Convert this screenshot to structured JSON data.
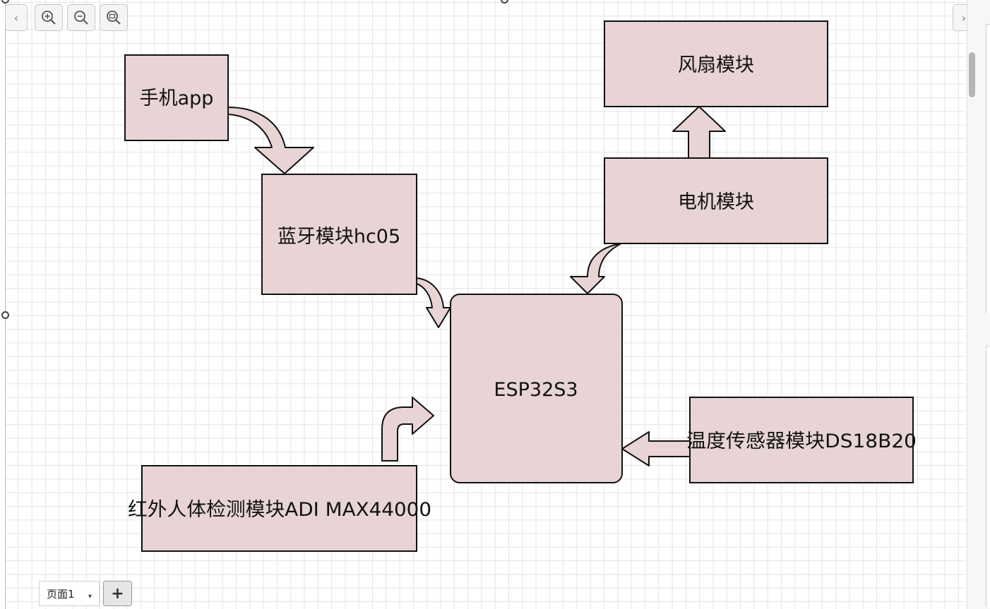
{
  "toolbar": {
    "icons": [
      "chevron-left-icon",
      "zoom-in-icon",
      "zoom-out-icon",
      "zoom-fit-icon",
      "chevron-right-icon"
    ]
  },
  "diagram": {
    "nodes": [
      {
        "id": "phone_app",
        "label": "手机app",
        "shape": "rect"
      },
      {
        "id": "bluetooth",
        "label": "蓝牙模块hc05",
        "shape": "rect"
      },
      {
        "id": "esp32",
        "label": "ESP32S3",
        "shape": "rounded-rect"
      },
      {
        "id": "fan",
        "label": "风扇模块",
        "shape": "rect"
      },
      {
        "id": "motor",
        "label": "电机模块",
        "shape": "rect"
      },
      {
        "id": "temp_sensor",
        "label": "温度传感器模块DS18B20",
        "shape": "rect"
      },
      {
        "id": "ir_sensor",
        "label": "红外人体检测模块ADI MAX44000",
        "shape": "rect"
      }
    ],
    "edges": [
      {
        "from": "phone_app",
        "to": "bluetooth"
      },
      {
        "from": "bluetooth",
        "to": "esp32"
      },
      {
        "from": "motor",
        "to": "esp32"
      },
      {
        "from": "motor",
        "to": "fan"
      },
      {
        "from": "temp_sensor",
        "to": "esp32"
      },
      {
        "from": "ir_sensor",
        "to": "esp32"
      }
    ],
    "colors": {
      "node_fill": "#e8d4d4",
      "stroke": "#111111",
      "grid": "#e4e4e4"
    }
  },
  "footer": {
    "page_tab_label": "页面1",
    "add_page_label": "+"
  }
}
